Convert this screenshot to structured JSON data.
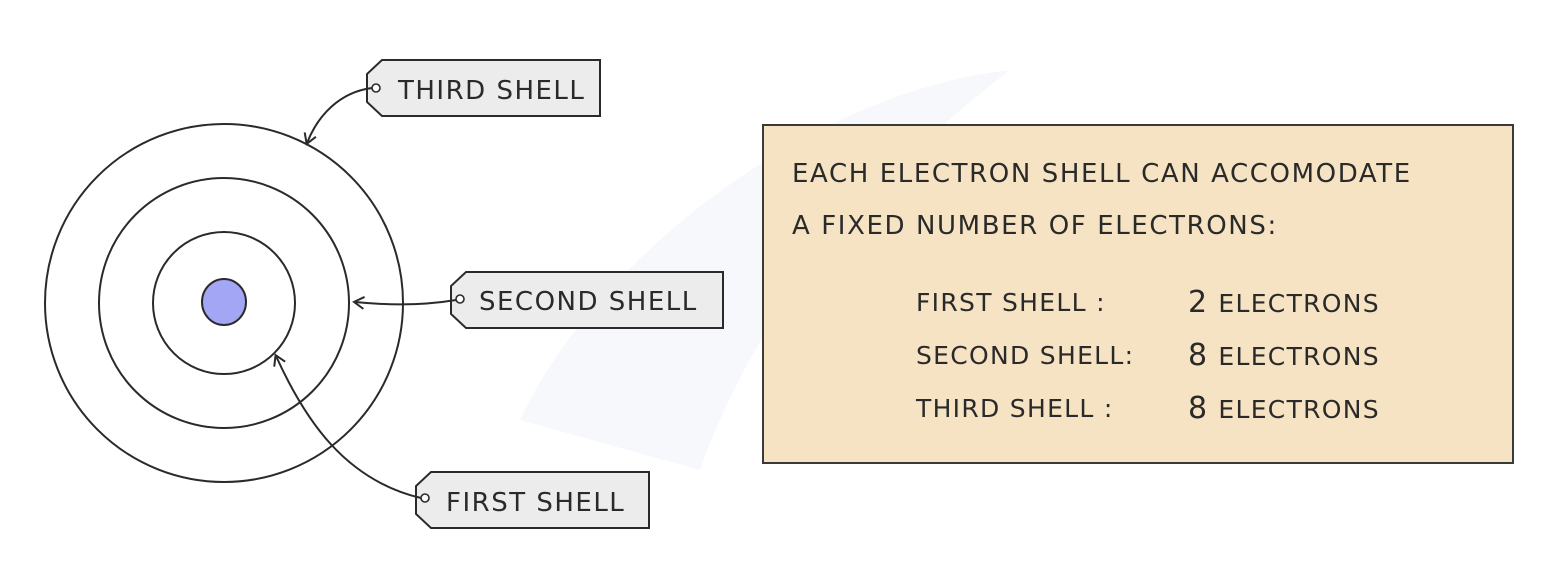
{
  "diagram": {
    "labels": {
      "third_shell": "THIRD SHELL",
      "second_shell": "SECOND SHELL",
      "first_shell": "FIRST SHELL"
    },
    "colors": {
      "nucleus": "#a3a6f5",
      "tag_fill": "#ececec",
      "box_fill": "#f5e3c3",
      "line": "#2a2a2a"
    }
  },
  "info_box": {
    "line1": "EACH ELECTRON SHELL CAN ACCOMODATE",
    "line2": "A FIXED NUMBER OF ELECTRONS:",
    "rows": [
      {
        "shell": "FIRST SHELL :",
        "count": "2",
        "unit": "ELECTRONS"
      },
      {
        "shell": "SECOND SHELL:",
        "count": "8",
        "unit": "ELECTRONS"
      },
      {
        "shell": "THIRD SHELL :",
        "count": "8",
        "unit": "ELECTRONS"
      }
    ]
  }
}
